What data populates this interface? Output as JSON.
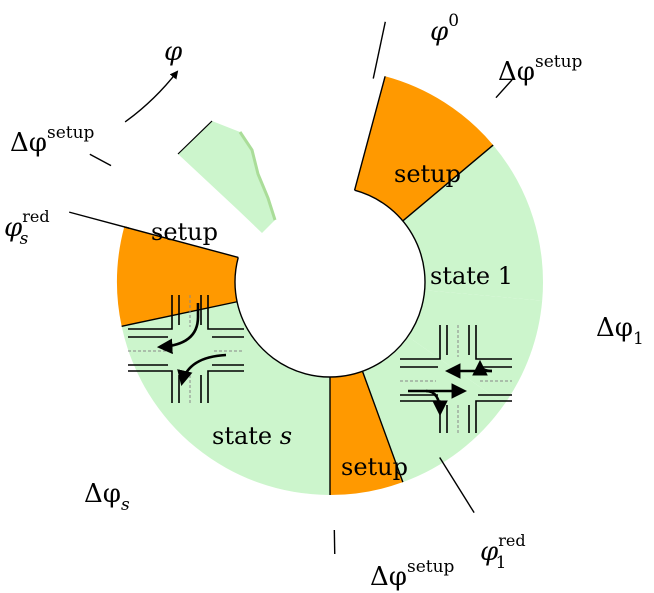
{
  "colors": {
    "state_fill": "#ccf5cc",
    "setup_fill": "#ff9900",
    "line": "#000000",
    "lane_marking": "#888888"
  },
  "segments": {
    "setup_top_right": "setup",
    "state_1": "state 1",
    "setup_bottom": "setup",
    "state_s_prefix": "state ",
    "state_s_var": "s",
    "setup_left": "setup"
  },
  "labels": {
    "phi": "φ",
    "phi0_base": "φ",
    "phi0_sup": "0",
    "dphi_setup_top_base": "Δφ",
    "dphi_setup_top_sup": "setup",
    "dphi_setup_left_base": "Δφ",
    "dphi_setup_left_sup": "setup",
    "dphi_setup_bottom_base": "Δφ",
    "dphi_setup_bottom_sup": "setup",
    "dphi1_base": "Δφ",
    "dphi1_sub": "1",
    "dphis_base": "Δφ",
    "dphis_sub": "s",
    "phis_red_base": "φ",
    "phis_red_sup": "red",
    "phis_red_sub": "s",
    "phi1_red_base": "φ",
    "phi1_red_sup": "red",
    "phi1_red_sub": "1"
  },
  "icons": [
    "intersection-icon-state-1",
    "intersection-icon-state-s",
    "direction-arrow-icon"
  ]
}
